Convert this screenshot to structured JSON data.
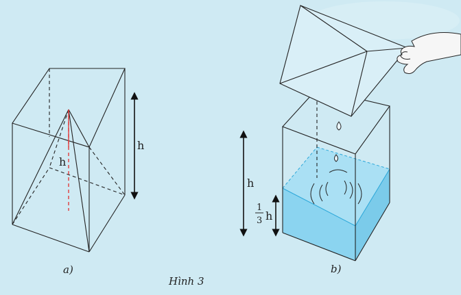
{
  "figure": {
    "caption": "Hình 3",
    "colors": {
      "background": "#cfeaf3",
      "water": "#7fd0ee",
      "line": "#222222",
      "height_line": "#e03c3c"
    }
  },
  "panel_a": {
    "label": "a)",
    "height_label_outer": "h",
    "height_label_inner": "h"
  },
  "panel_b": {
    "label": "b)",
    "height_label": "h",
    "fraction_numerator": "1",
    "fraction_denominator": "3",
    "fraction_suffix": "h"
  }
}
